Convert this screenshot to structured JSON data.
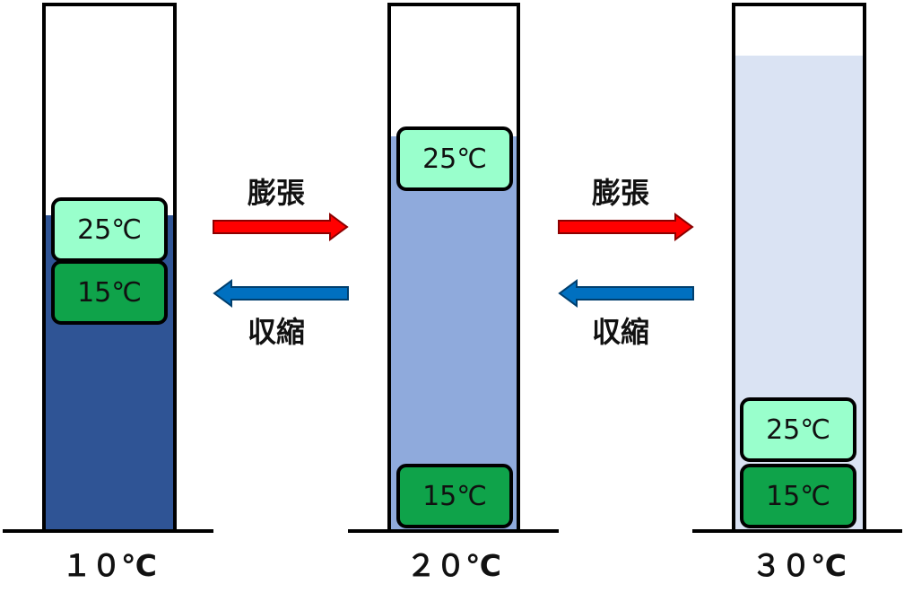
{
  "colors": {
    "liquid_10": "#2f5495",
    "liquid_20": "#8faadc",
    "liquid_30": "#dae3f3",
    "ball_25": "#99ffcc",
    "ball_15": "#0fa34a",
    "arrow_expand": "#ff0000",
    "arrow_contract": "#0070c0",
    "outline": "#000000"
  },
  "cylinders": [
    {
      "temperature_label": "１０℃",
      "ball_top_label": "25℃",
      "ball_bottom_label": "15℃"
    },
    {
      "temperature_label": "２０℃",
      "ball_top_label": "25℃",
      "ball_bottom_label": "15℃"
    },
    {
      "temperature_label": "３０℃",
      "ball_top_label": "25℃",
      "ball_bottom_label": "15℃"
    }
  ],
  "transitions": [
    {
      "expand_label": "膨張",
      "expand_arrow_icon": "right-arrow-icon",
      "contract_label": "収縮",
      "contract_arrow_icon": "left-arrow-icon"
    },
    {
      "expand_label": "膨張",
      "expand_arrow_icon": "right-arrow-icon",
      "contract_label": "収縮",
      "contract_arrow_icon": "left-arrow-icon"
    }
  ]
}
